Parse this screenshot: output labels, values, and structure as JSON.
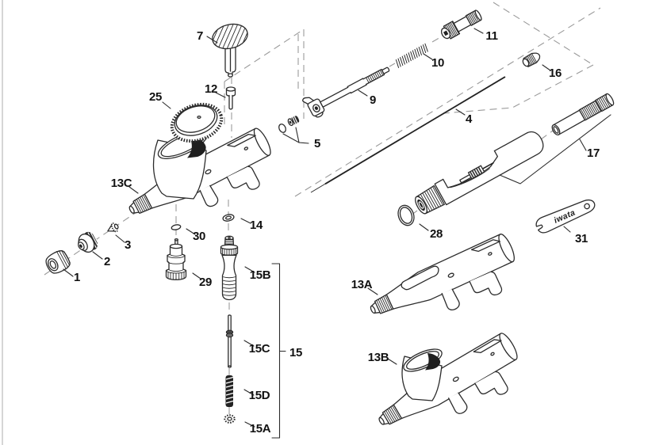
{
  "diagram": {
    "title": "airbrush-exploded-parts-diagram",
    "wrench_brand": "iwata",
    "labels": {
      "p1": "1",
      "p2": "2",
      "p3": "3",
      "p4": "4",
      "p5": "5",
      "p7": "7",
      "p9": "9",
      "p10": "10",
      "p11": "11",
      "p12": "12",
      "p13a": "13A",
      "p13b": "13B",
      "p13c": "13C",
      "p14": "14",
      "p15": "15",
      "p15a": "15A",
      "p15b": "15B",
      "p15c": "15C",
      "p15d": "15D",
      "p16": "16",
      "p17": "17",
      "p25": "25",
      "p28": "28",
      "p29": "29",
      "p30": "30",
      "p31": "31"
    },
    "colors": {
      "line": "#2b2b2b",
      "dashed": "#9a9a9a",
      "label": "#111111",
      "background": "#ffffff"
    }
  }
}
